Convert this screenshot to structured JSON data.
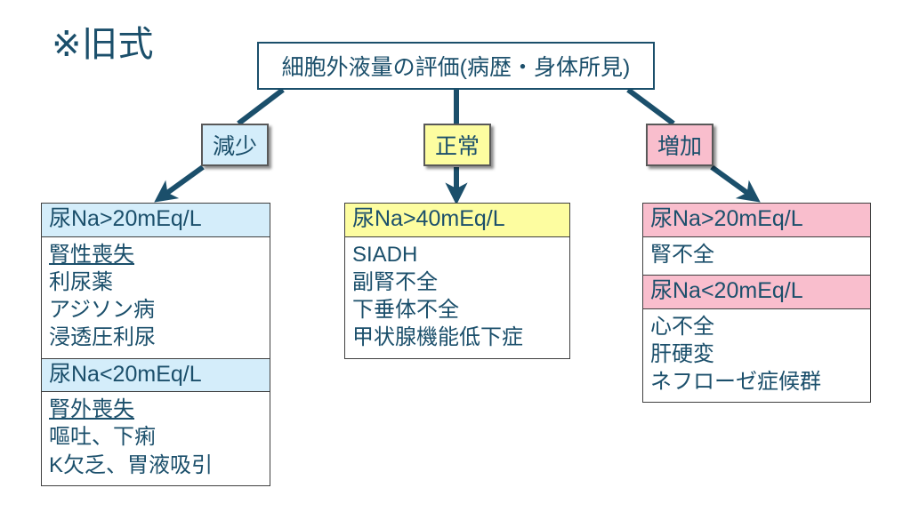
{
  "page": {
    "title_note": "※旧式"
  },
  "colors": {
    "ink": "#1B4F6B",
    "arrow": "#1B4F6B",
    "fill_blue": "#D4EDFA",
    "fill_yellow": "#FDFDA0",
    "fill_pink": "#F9BECD",
    "box_border": "#404040",
    "root_border": "#1B4F6B",
    "background": "#FFFFFF"
  },
  "root": {
    "label": "細胞外液量の評価(病歴・身体所見)"
  },
  "branches": [
    {
      "key": "decrease",
      "label": "減少",
      "fill": "#D4EDFA"
    },
    {
      "key": "normal",
      "label": "正常",
      "fill": "#FDFDA0"
    },
    {
      "key": "increase",
      "label": "増加",
      "fill": "#F9BECD"
    }
  ],
  "tables": {
    "left": {
      "sections": [
        {
          "header": "尿Na>20mEq/L",
          "header_fill": "#D4EDFA",
          "items": [
            {
              "text": "腎性喪失",
              "underlined": true
            },
            {
              "text": "利尿薬",
              "underlined": false
            },
            {
              "text": "アジソン病",
              "underlined": false
            },
            {
              "text": "浸透圧利尿",
              "underlined": false
            }
          ]
        },
        {
          "header": "尿Na<20mEq/L",
          "header_fill": "#D4EDFA",
          "items": [
            {
              "text": "腎外喪失",
              "underlined": true
            },
            {
              "text": "嘔吐、下痢",
              "underlined": false
            },
            {
              "text": "K欠乏、胃液吸引",
              "underlined": false
            }
          ]
        }
      ]
    },
    "middle": {
      "sections": [
        {
          "header": "尿Na>40mEq/L",
          "header_fill": "#FDFDA0",
          "items": [
            {
              "text": "SIADH",
              "underlined": false
            },
            {
              "text": "副腎不全",
              "underlined": false
            },
            {
              "text": "下垂体不全",
              "underlined": false
            },
            {
              "text": "甲状腺機能低下症",
              "underlined": false
            }
          ]
        }
      ]
    },
    "right": {
      "sections": [
        {
          "header": "尿Na>20mEq/L",
          "header_fill": "#F9BECD",
          "items": [
            {
              "text": "腎不全",
              "underlined": false
            }
          ]
        },
        {
          "header": "尿Na<20mEq/L",
          "header_fill": "#F9BECD",
          "items": [
            {
              "text": "心不全",
              "underlined": false
            },
            {
              "text": "肝硬変",
              "underlined": false
            },
            {
              "text": "ネフローゼ症候群",
              "underlined": false
            }
          ]
        }
      ]
    }
  }
}
